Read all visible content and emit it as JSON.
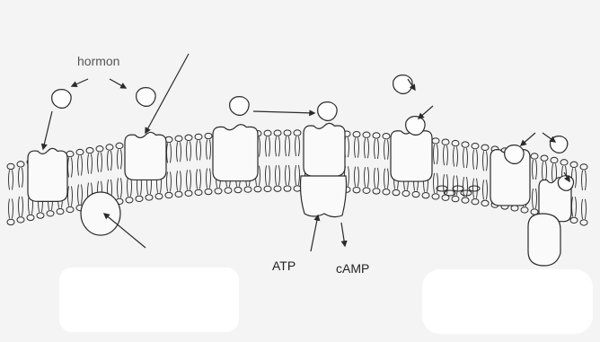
{
  "labels": {
    "hormon": "hormon",
    "atp": "ATP",
    "camp": "cAMP"
  },
  "colors": {
    "background": "#f4f4f4",
    "ink": "#2a2a2a",
    "mask": "#ffffff"
  },
  "icons": [
    "hormone-molecule-icon",
    "receptor-protein-icon",
    "phospholipid-icon",
    "arrow-icon"
  ]
}
